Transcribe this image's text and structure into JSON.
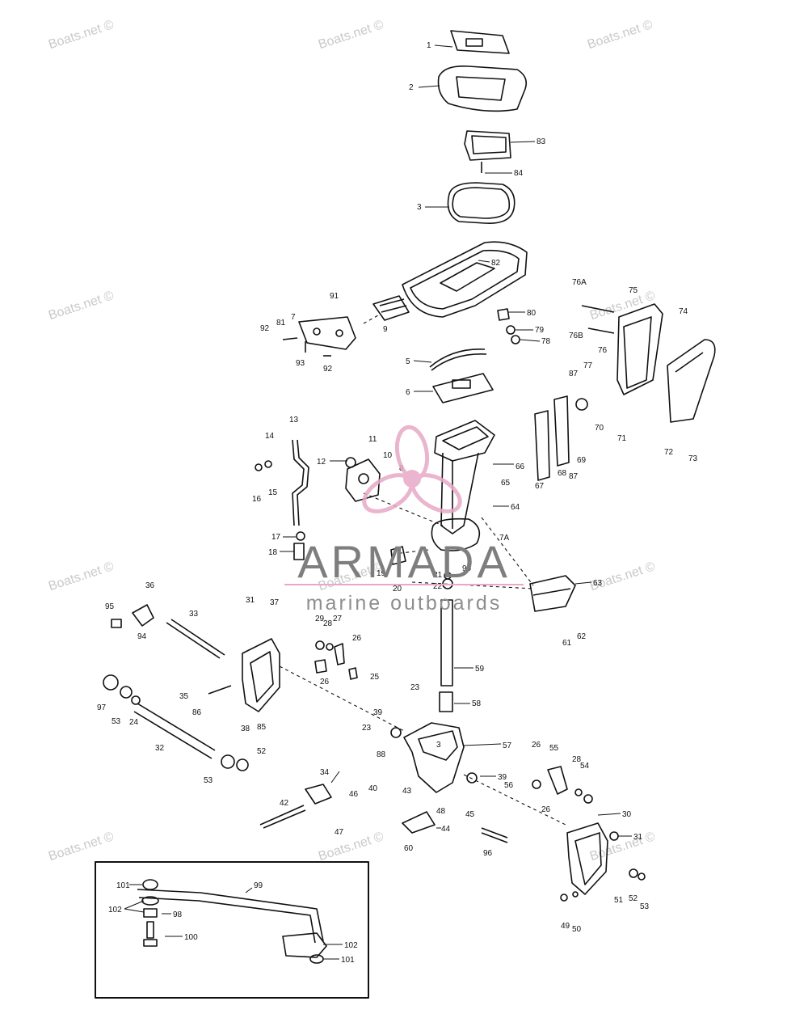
{
  "watermark_text": "Boats.net ©",
  "brand": {
    "name": "ARMADA",
    "tagline": "marine outboards",
    "accent_color": "#e7a9c6",
    "text_color": "#7e7e7e"
  },
  "part_labels": {
    "p1": "1",
    "p2": "2",
    "p83": "83",
    "p84": "84",
    "p3": "3",
    "p82": "82",
    "p91": "91",
    "p9": "9",
    "p7": "7",
    "p81": "81",
    "p92a": "92",
    "p93": "93",
    "p92b": "92",
    "p80": "80",
    "p79": "79",
    "p78": "78",
    "p76A": "76A",
    "p75": "75",
    "p74": "74",
    "p76B": "76B",
    "p76": "76",
    "p77": "77",
    "p87a": "87",
    "p70": "70",
    "p71": "71",
    "p72": "72",
    "p73": "73",
    "p5": "5",
    "p6": "6",
    "p13": "13",
    "p14": "14",
    "p16": "16",
    "p15": "15",
    "p12": "12",
    "p11": "11",
    "p10": "10",
    "p8": "8",
    "p66": "66",
    "p65": "65",
    "p67": "67",
    "p68": "68",
    "p69": "69",
    "p87b": "87",
    "p64": "64",
    "p7A": "7A",
    "p17": "17",
    "p18": "18",
    "p19": "19",
    "p20": "20",
    "p21": "21",
    "p22": "22",
    "p90": "90",
    "p63": "63",
    "p62": "62",
    "p61": "61",
    "p36": "36",
    "p95": "95",
    "p94": "94",
    "p33": "33",
    "p31a": "31",
    "p37": "37",
    "p29": "29",
    "p28a": "28",
    "p27": "27",
    "p26a": "26",
    "p25": "25",
    "p26b": "26",
    "p59": "59",
    "p35": "35",
    "p86": "86",
    "p38": "38",
    "p85": "85",
    "p97": "97",
    "p53a": "53",
    "p24": "24",
    "p32": "32",
    "p52a": "52",
    "p53b": "53",
    "p23a": "23",
    "p58": "58",
    "p39a": "39",
    "p23b": "23",
    "p3b": "3",
    "p57": "57",
    "p88": "88",
    "p40": "40",
    "p46": "46",
    "p43": "43",
    "p39b": "39",
    "p26c": "26",
    "p55": "55",
    "p28b": "28",
    "p54": "54",
    "p56": "56",
    "p26d": "26",
    "p34": "34",
    "p42": "42",
    "p47": "47",
    "p48": "48",
    "p45": "45",
    "p44": "44",
    "p60": "60",
    "p96": "96",
    "p30": "30",
    "p31b": "31",
    "p51": "51",
    "p52b": "52",
    "p53c": "53",
    "p49": "49",
    "p50": "50",
    "p99": "99",
    "p101a": "101",
    "p102a": "102",
    "p98": "98",
    "p100": "100",
    "p102b": "102",
    "p101b": "101"
  }
}
